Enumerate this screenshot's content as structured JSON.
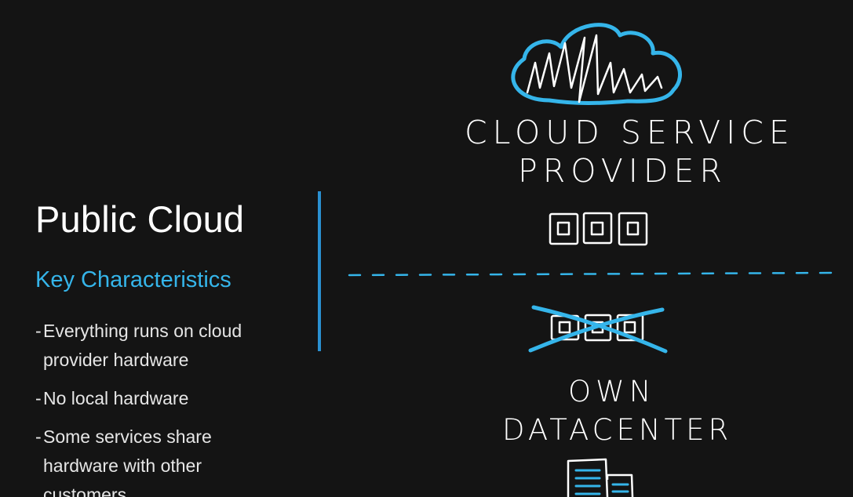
{
  "slide": {
    "title": "Public Cloud",
    "subtitle": "Key Characteristics",
    "bullets": [
      {
        "dash": "-",
        "lines": [
          "Everything runs on cloud",
          "provider hardware"
        ]
      },
      {
        "dash": "-",
        "lines": [
          "No local hardware"
        ]
      },
      {
        "dash": "-",
        "lines": [
          "Some services share",
          "hardware with other",
          "customers"
        ]
      }
    ]
  },
  "diagram": {
    "provider_label_line1": "CLOUD SERVICE",
    "provider_label_line2": "PROVIDER",
    "own_label_line1": "OWN",
    "own_label_line2": "DATACENTER"
  },
  "colors": {
    "background": "#141414",
    "accent": "#35b5ea",
    "divider": "#2a90d1",
    "text": "#ffffff"
  }
}
